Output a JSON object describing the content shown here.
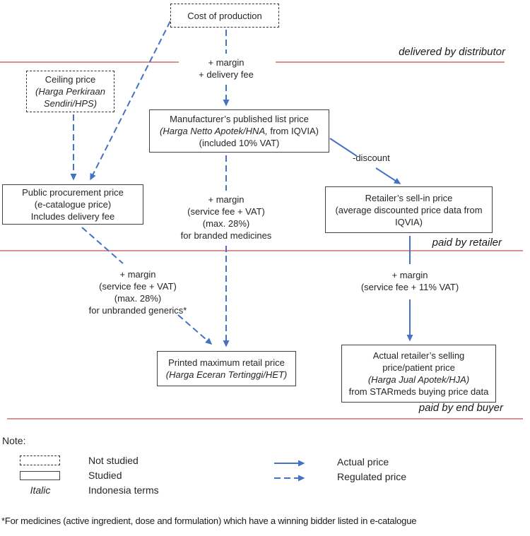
{
  "colors": {
    "arrow_blue": "#4472c4",
    "divider_red": "#c0504d",
    "box_border": "#404040",
    "text": "#262626"
  },
  "sections": {
    "distributor": "delivered by distributor",
    "retailer": "paid by retailer",
    "end_buyer": "paid by end buyer"
  },
  "boxes": {
    "cost": {
      "line1": "Cost of production"
    },
    "ceiling": {
      "line1": "Ceiling price",
      "line2": "(Harga Perkiraan",
      "line3": "Sendiri/HPS)"
    },
    "manufacturer": {
      "line1": "Manufacturer’s published list price",
      "line2_italic": "(Harga Netto Apotek/HNA,",
      "line2_rest": "  from IQVIA)",
      "line3": "(included 10% VAT)"
    },
    "procurement": {
      "line1": "Public procurement price",
      "line2": "(e-catalogue price)",
      "line3": "Includes delivery fee"
    },
    "sellin": {
      "line1": "Retailer’s sell-in price",
      "line2": "(average discounted price data from",
      "line3": "IQVIA)"
    },
    "het": {
      "line1": "Printed maximum retail price",
      "line2": "(Harga Eceran Tertinggi/HET)"
    },
    "hja": {
      "line1": "Actual retailer’s selling",
      "line2": "price/patient price",
      "line3": "(Harga Jual Apotek/HJA)",
      "line4": "from STARmeds buying price data"
    }
  },
  "labels": {
    "margin_delivery": {
      "line1": "+ margin",
      "line2": "+ delivery fee"
    },
    "discount": "-discount",
    "margin_branded": {
      "line1": "+ margin",
      "line2": "(service fee + VAT)",
      "line3": "(max. 28%)",
      "line4": "for branded medicines"
    },
    "margin_generics": {
      "line1": "+ margin",
      "line2": "(service fee + VAT)",
      "line3": "(max. 28%)",
      "line4": "for unbranded generics*"
    },
    "margin_retail": {
      "line1": "+ margin",
      "line2": "(service fee + 11% VAT)"
    }
  },
  "legend": {
    "note_label": "Note:",
    "not_studied": "Not studied",
    "studied": "Studied",
    "italic_key": "Italic",
    "indonesia_terms": "Indonesia terms",
    "actual_price": "Actual price",
    "regulated_price": "Regulated price"
  },
  "footnote": "*For medicines (active ingredient, dose and formulation) which have a winning bidder listed in e-catalogue"
}
